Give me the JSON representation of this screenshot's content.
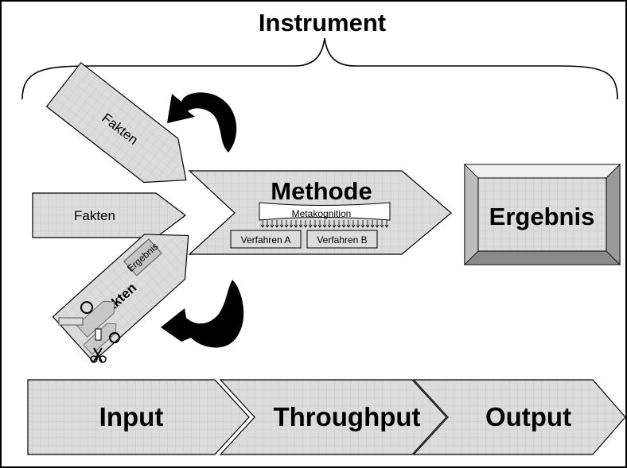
{
  "title": "Instrument",
  "input_fakten_top": "Fakten",
  "input_fakten_mid": "Fakten",
  "input_fakten_low": "Fakten",
  "small_box_label": "Ergebnis",
  "method": {
    "title": "Methode",
    "banner": "Metakognition",
    "procedure_a": "Verfahren A",
    "procedure_b": "Verfahren B"
  },
  "result": "Ergebnis",
  "process": [
    "Input",
    "Throughput",
    "Output"
  ],
  "colors": {
    "fill": "#dcdcdc",
    "grid": "#c8c8c8",
    "stroke": "#000000",
    "frame_dark": "#8a8a8a",
    "frame_light": "#f0f0f0"
  }
}
